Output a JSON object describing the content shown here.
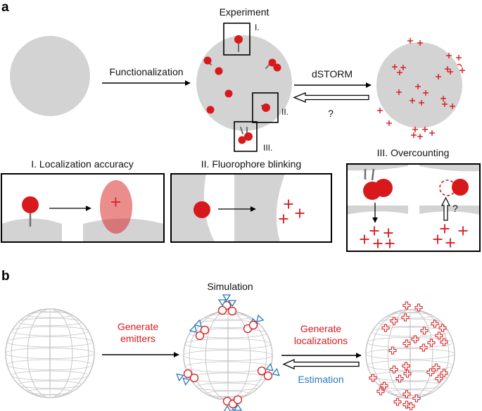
{
  "panel_a": {
    "letter": "a",
    "experiment_title": "Experiment",
    "functionalization_label": "Functionalization",
    "dstorm_label": "dSTORM",
    "question_mark": "?",
    "marker_I": "I.",
    "marker_II": "II.",
    "marker_III": "III.",
    "box_I_title": "I. Localization accuracy",
    "box_II_title": "II. Fluorophore blinking",
    "box_III_title": "III. Overcounting",
    "box_III_question": "?"
  },
  "panel_b": {
    "letter": "b",
    "simulation_title": "Simulation",
    "generate_emitters_line1": "Generate",
    "generate_emitters_line2": "emitters",
    "generate_localizations_line1": "Generate",
    "generate_localizations_line2": "localizations",
    "estimation_label": "Estimation"
  },
  "colors": {
    "sphere_gray": "#d3d3d4",
    "emitter_red": "#d7191c",
    "estimation_blue": "#2b7bba",
    "stem_gray": "#707070"
  }
}
